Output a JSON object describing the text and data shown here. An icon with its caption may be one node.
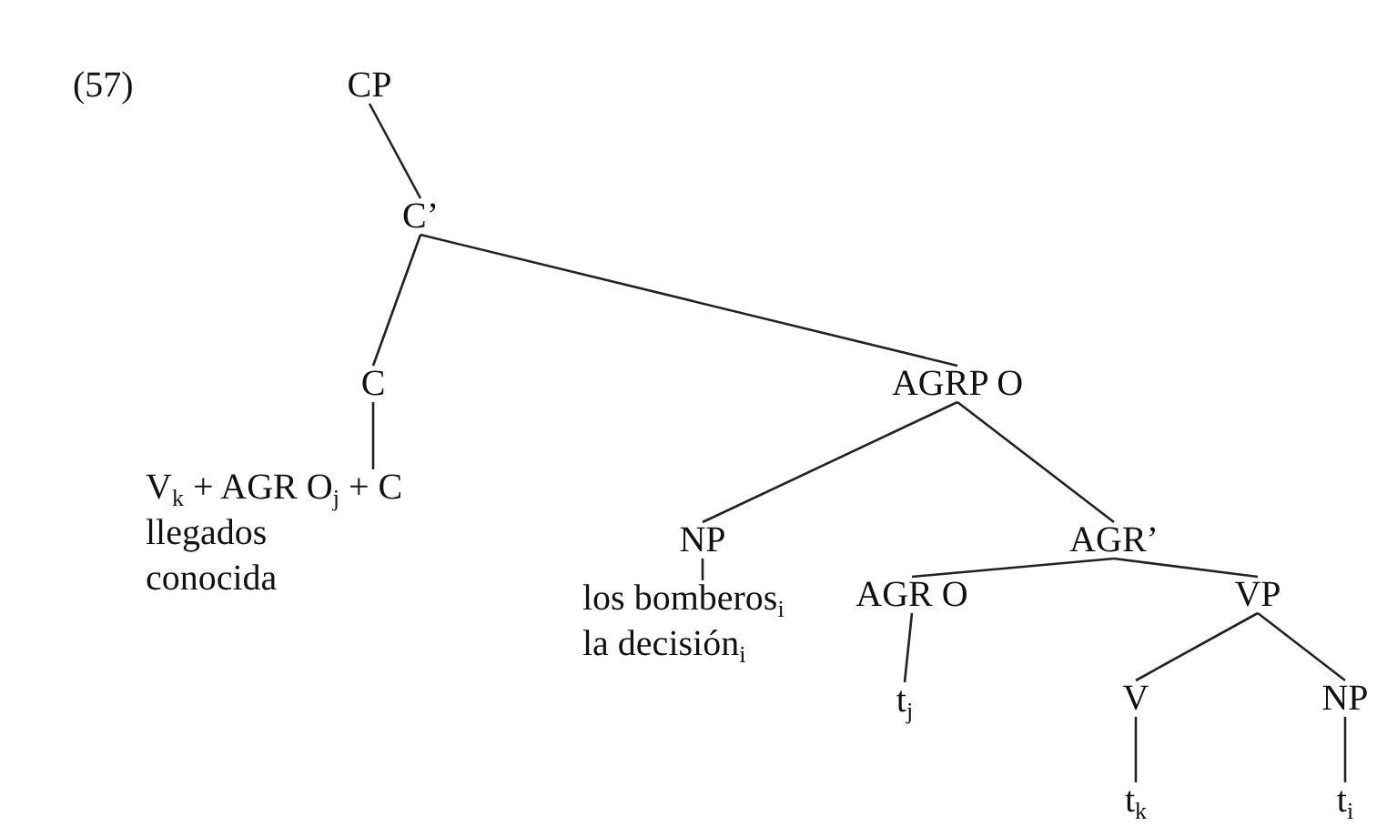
{
  "diagram": {
    "nodes": [
      {
        "text": [
          "CP"
        ]
      },
      {
        "text": [
          "C’"
        ]
      },
      {
        "text": [
          "C"
        ]
      },
      {
        "text": [
          "AGRP O"
        ]
      },
      {
        "text": [
          "V$_{k}$ + AGR O$_{j}$ + C",
          "llegados",
          "conocida"
        ]
      },
      {
        "text": [
          "NP"
        ]
      },
      {
        "text": [
          "AGR’"
        ]
      },
      {
        "text": [
          "los bomberos$_{i}$",
          "la decisión$_{i}$"
        ]
      },
      {
        "text": [
          "AGR O"
        ]
      },
      {
        "text": [
          "VP"
        ]
      },
      {
        "text": [
          "t$_{j}$"
        ]
      },
      {
        "text": [
          "V"
        ]
      },
      {
        "text": [
          "NP"
        ]
      },
      {
        "text": [
          "t$_{k}$"
        ]
      },
      {
        "text": [
          "t$_{i}$"
        ]
      }
    ],
    "edges": [
      {
        "from": 0,
        "to": 1,
        "arrow": "none"
      },
      {
        "from": 1,
        "to": 2,
        "arrow": "none"
      },
      {
        "from": 1,
        "to": 3,
        "arrow": "none"
      },
      {
        "from": 2,
        "to": 4,
        "arrow": "none"
      },
      {
        "from": 3,
        "to": 5,
        "arrow": "none"
      },
      {
        "from": 3,
        "to": 6,
        "arrow": "none"
      },
      {
        "from": 5,
        "to": 7,
        "arrow": "none"
      },
      {
        "from": 6,
        "to": 8,
        "arrow": "none"
      },
      {
        "from": 6,
        "to": 9,
        "arrow": "none"
      },
      {
        "from": 8,
        "to": 10,
        "arrow": "none"
      },
      {
        "from": 9,
        "to": 11,
        "arrow": "none"
      },
      {
        "from": 9,
        "to": 12,
        "arrow": "none"
      },
      {
        "from": 11,
        "to": 13,
        "arrow": "none"
      },
      {
        "from": 12,
        "to": 14,
        "arrow": "none"
      }
    ],
    "labels": [
      "(57)"
    ]
  }
}
